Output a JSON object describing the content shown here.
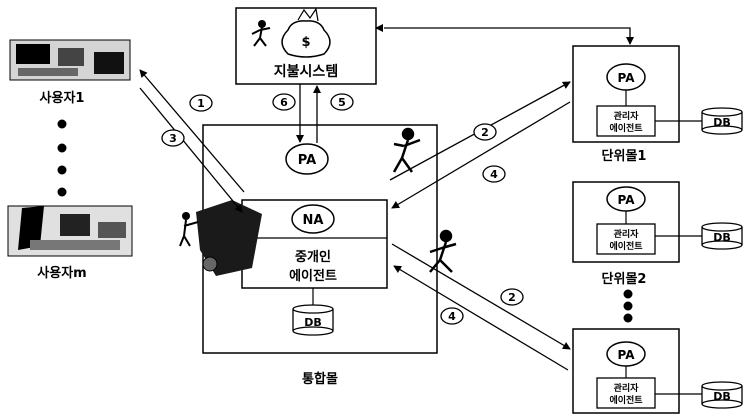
{
  "payment_system": {
    "label": "지불시스템",
    "bag_symbol": "$"
  },
  "users": {
    "first": "사용자1",
    "last": "사용자m"
  },
  "hub": {
    "label": "통합몰",
    "pa": "PA",
    "na": "NA",
    "broker_line1": "중개인",
    "broker_line2": "에이전트",
    "db": "DB"
  },
  "malls": [
    {
      "label": "단위몰1",
      "pa": "PA",
      "agent_line1": "관리자",
      "agent_line2": "에이전트",
      "db": "DB"
    },
    {
      "label": "단위몰2",
      "pa": "PA",
      "agent_line1": "관리자",
      "agent_line2": "에이전트",
      "db": "DB"
    },
    {
      "label": "",
      "pa": "PA",
      "agent_line1": "관리자",
      "agent_line2": "에이전트",
      "db": "DB"
    }
  ],
  "step_numbers": {
    "n1": "1",
    "n3": "3",
    "n6": "6",
    "n5": "5",
    "n2_top": "2",
    "n4_top": "4",
    "n2_bottom": "2",
    "n4_bottom": "4"
  }
}
